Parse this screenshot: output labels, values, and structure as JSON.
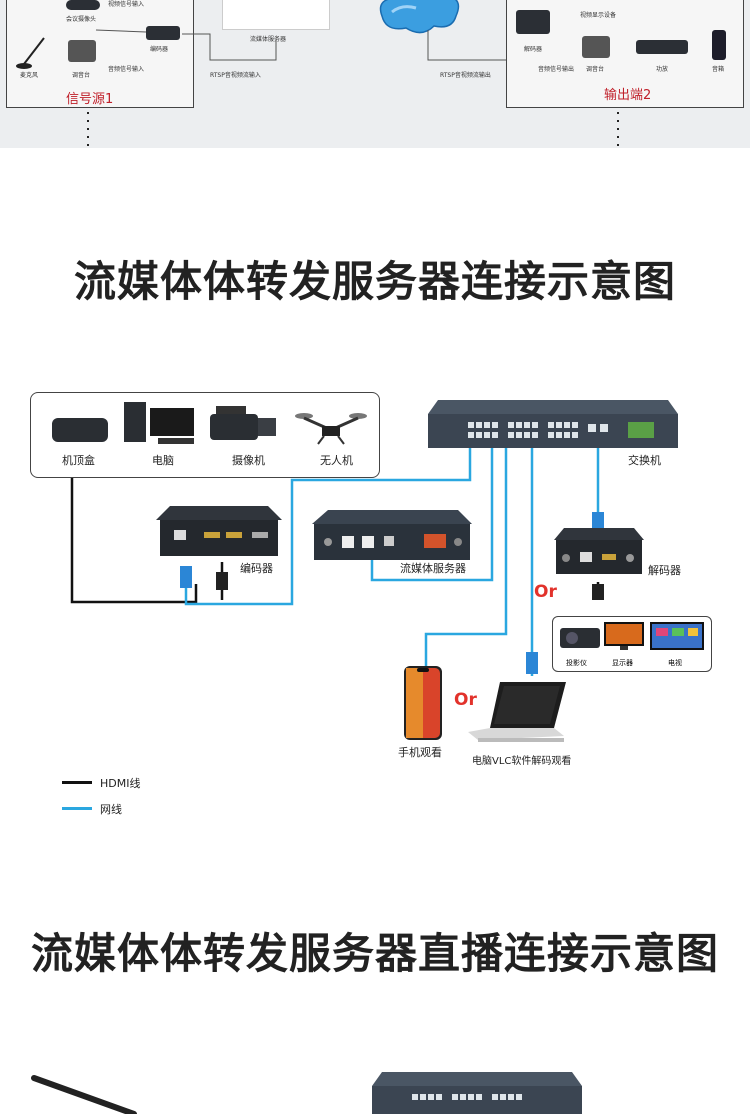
{
  "top": {
    "labels": {
      "meeting_camera": "会议摄像头",
      "video_in": "视频信号输入",
      "audio_in": "音频信号输入",
      "mic": "麦克风",
      "mixer_left": "调音台",
      "encoder": "编码器",
      "server": "流媒体服务器",
      "rtsp_in": "RTSP音视频流输入",
      "rtsp_out": "RTSP音视频流输出",
      "decoder": "解码器",
      "video_display": "视频显示设备",
      "audio_out": "音频信号输出",
      "mixer_right": "调音台",
      "amp": "功放",
      "speaker": "音箱"
    },
    "source_caption": "信号源1",
    "output_caption": "输出端2"
  },
  "section1": {
    "title": "流媒体体转发服务器连接示意图",
    "devices": {
      "stb": "机顶盒",
      "pc": "电脑",
      "camera": "摄像机",
      "drone": "无人机",
      "switch": "交换机",
      "encoder": "编码器",
      "server": "流媒体服务器",
      "decoder": "解码器",
      "projector": "投影仪",
      "monitor": "显示器",
      "tv": "电视",
      "phone": "手机观看",
      "laptop": "电脑VLC软件解码观看"
    },
    "or1": "Or",
    "or2": "Or",
    "legend": {
      "hdmi": "HDMI线",
      "net": "网线"
    },
    "colors": {
      "hdmi": "#111111",
      "net": "#2aa7e0",
      "or": "#e2322b"
    }
  },
  "section2": {
    "title": "流媒体体转发服务器直播连接示意图"
  }
}
